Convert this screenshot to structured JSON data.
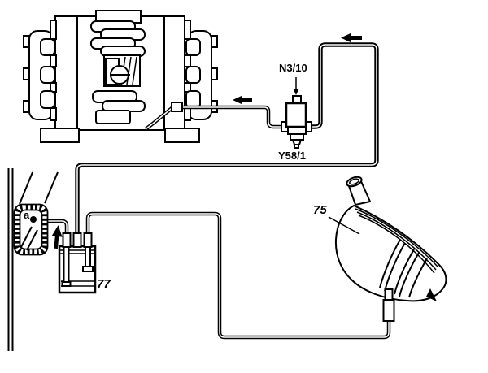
{
  "colors": {
    "background": "#ffffff",
    "line": "#000000"
  },
  "labels": {
    "n3_10": "N3/10",
    "y58_1": "Y58/1",
    "item_75": "75",
    "item_77": "77",
    "grommet_a": "a"
  }
}
